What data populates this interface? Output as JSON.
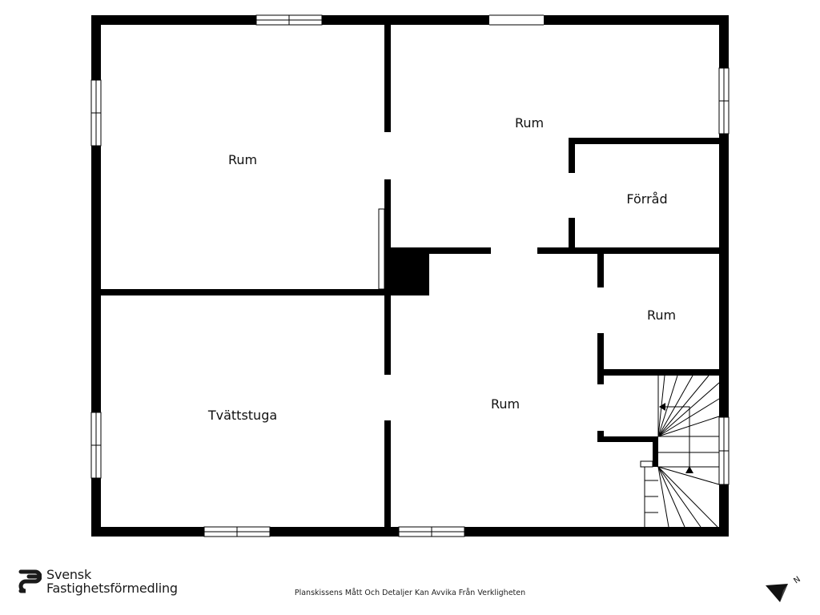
{
  "plan": {
    "rooms": [
      {
        "id": "room-top-left",
        "label": "Rum"
      },
      {
        "id": "room-top-right",
        "label": "Rum"
      },
      {
        "id": "storage",
        "label": "Förråd"
      },
      {
        "id": "room-small-right",
        "label": "Rum"
      },
      {
        "id": "laundry",
        "label": "Tvättstuga"
      },
      {
        "id": "room-center",
        "label": "Rum"
      }
    ]
  },
  "branding": {
    "line1": "Svensk",
    "line2": "Fastighetsförmedling"
  },
  "footer": {
    "disclaimer": "Planskissens Mått Och Detaljer Kan Avvika Från Verkligheten"
  },
  "compass": {
    "label": "N"
  },
  "colors": {
    "wall": "#000000",
    "background": "#ffffff"
  }
}
